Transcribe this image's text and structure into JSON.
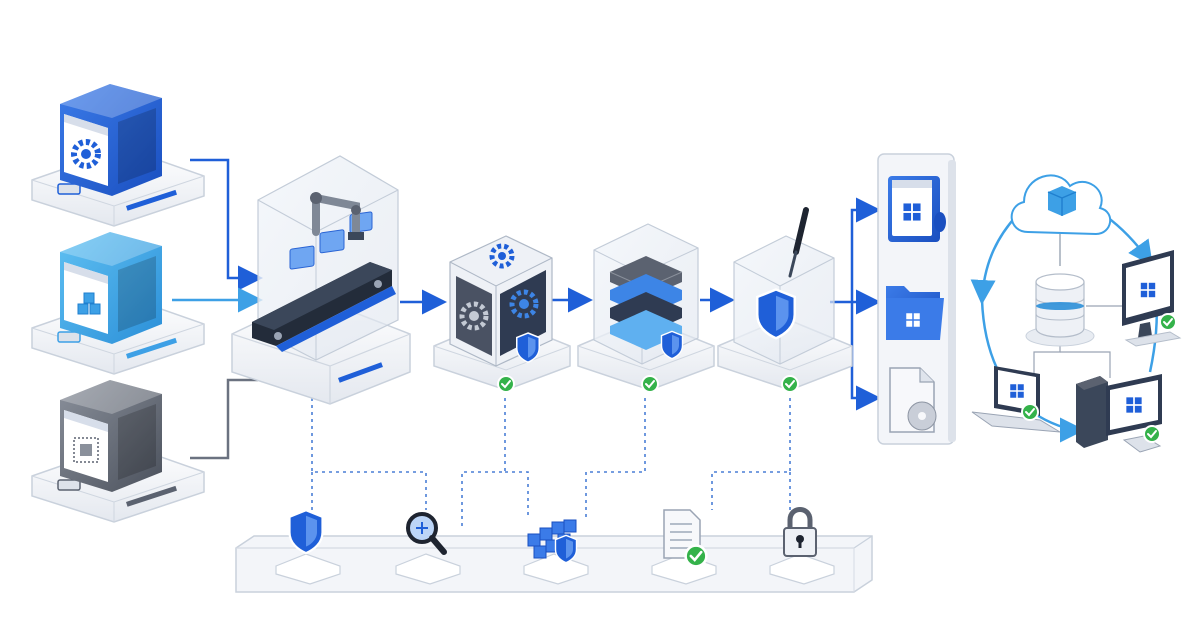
{
  "colors": {
    "background": "#ffffff",
    "accent_blue": "#1f5fd8",
    "light_blue": "#3da0e6",
    "dark_slate": "#2d3a4f",
    "gray": "#6b7280",
    "platform": "#eef1f6",
    "platform_edge": "#c9d1dc",
    "check_green": "#34b24a",
    "dotted_line": "#4a7fd6"
  },
  "sources": [
    {
      "name": "build-source-server",
      "icon": "gear-icon",
      "accent": "#1f5fd8"
    },
    {
      "name": "component-source-server",
      "icon": "cubes-icon",
      "accent": "#3da0e6"
    },
    {
      "name": "legacy-source-server",
      "icon": "chip-icon",
      "accent": "#5b6270"
    }
  ],
  "pipeline": [
    {
      "name": "packaging-factory",
      "icon": "conveyor-robot-icon"
    },
    {
      "name": "config-stage",
      "icon": "gears-shield-icon",
      "verified": true
    },
    {
      "name": "layer-stage",
      "icon": "stacked-layers-shield-icon",
      "verified": true
    },
    {
      "name": "signing-stage",
      "icon": "pen-shield-icon",
      "verified": true
    }
  ],
  "outputs": [
    {
      "name": "installer-package",
      "icon": "windows-app-icon"
    },
    {
      "name": "windows-folder",
      "icon": "folder-icon"
    },
    {
      "name": "disc-image-file",
      "icon": "disc-file-icon"
    }
  ],
  "distribution": {
    "hub": "cloud-cube-icon",
    "store": "database-icon",
    "clients": [
      {
        "name": "desktop-monitor",
        "icon": "monitor-windows-icon",
        "verified": true
      },
      {
        "name": "laptop",
        "icon": "laptop-windows-icon",
        "verified": true
      },
      {
        "name": "workstation-tower",
        "icon": "tower-windows-icon",
        "verified": true
      }
    ]
  },
  "services": [
    {
      "name": "security-policy",
      "icon": "shield-icon"
    },
    {
      "name": "vulnerability-scan",
      "icon": "magnifier-icon"
    },
    {
      "name": "dependency-protection",
      "icon": "cubes-shield-icon"
    },
    {
      "name": "approved-document",
      "icon": "document-check-icon",
      "verified": true
    },
    {
      "name": "access-lock",
      "icon": "padlock-icon"
    }
  ]
}
